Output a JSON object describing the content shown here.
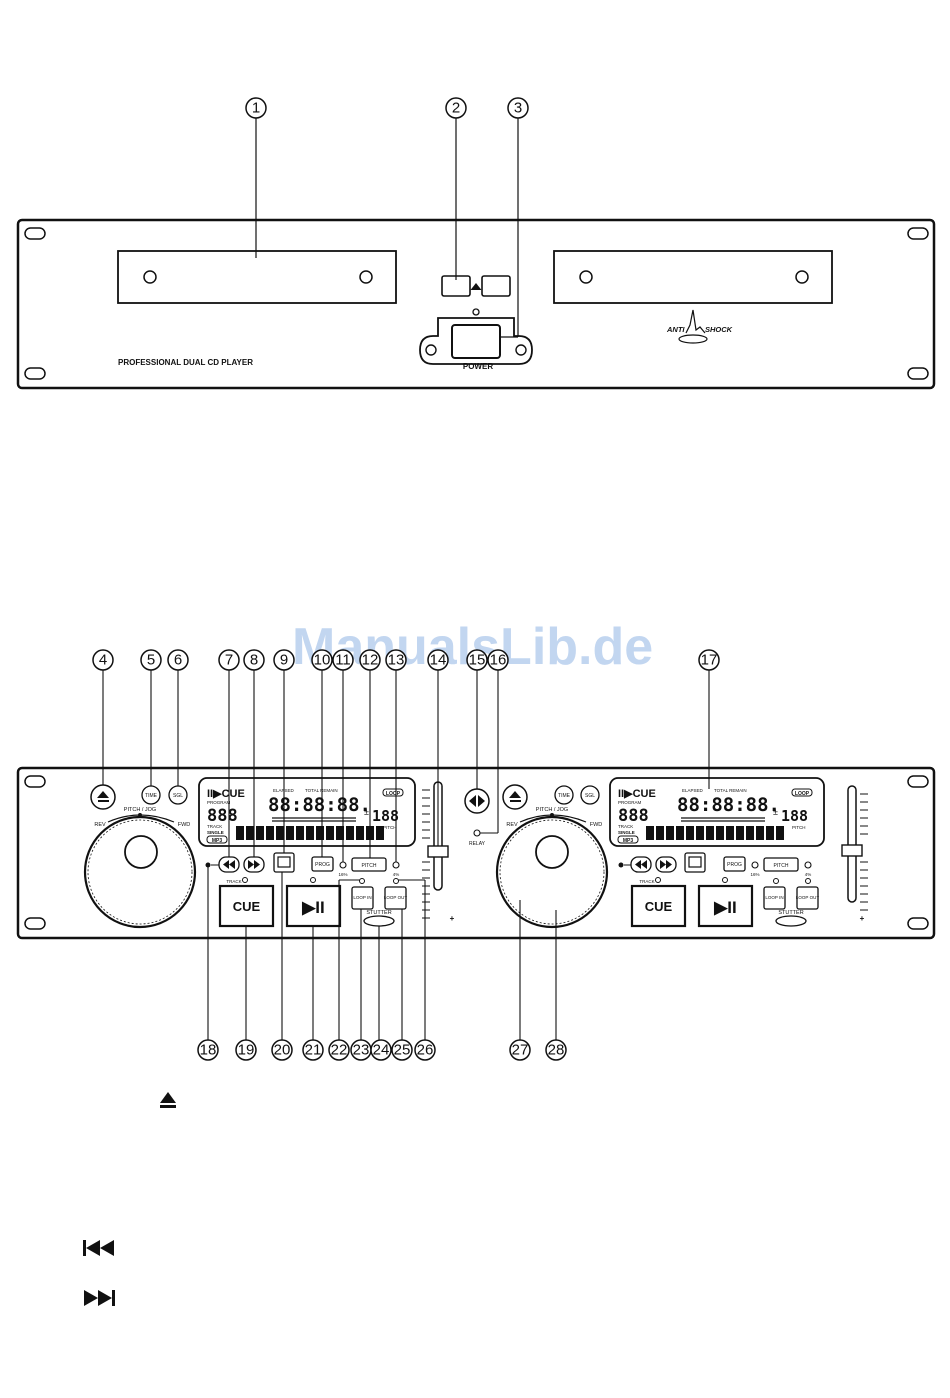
{
  "watermark": "ManualsLib.de",
  "front_panel": {
    "brand_label": "PROFESSIONAL DUAL CD PLAYER",
    "power_label": "POWER",
    "anti_label": "ANTI",
    "shock_label": "SHOCK"
  },
  "top_callouts": [
    "1",
    "2",
    "3"
  ],
  "control_callouts_top": [
    "4",
    "5",
    "6",
    "7",
    "8",
    "9",
    "10",
    "11",
    "12",
    "13",
    "14",
    "15",
    "16",
    "17"
  ],
  "control_callouts_bottom": [
    "18",
    "19",
    "20",
    "21",
    "22",
    "23",
    "24",
    "25",
    "26",
    "27",
    "28"
  ],
  "controller": {
    "left": {
      "time_label": "TIME",
      "sgl_label": "SGL",
      "pitch_jog_label": "PITCH / JOG",
      "rev_label": "REV",
      "fwd_label": "FWD",
      "cue_label": "CUE",
      "play_pause_label": "▶II",
      "prog_label": "PROG",
      "pitch_label": "PITCH",
      "track_label": "TRACK",
      "loop_in_label": "LOOP IN",
      "loop_out_label": "LOOP OUT",
      "stutter_label": "STUTTER",
      "pct_16": "16%",
      "pct_4": "4%"
    },
    "right": {
      "time_label": "TIME",
      "sgl_label": "SGL",
      "pitch_jog_label": "PITCH / JOG",
      "rev_label": "REV",
      "fwd_label": "FWD",
      "cue_label": "CUE",
      "play_pause_label": "▶II",
      "prog_label": "PROG",
      "pitch_label": "PITCH",
      "track_label": "TRACK",
      "loop_in_label": "LOOP IN",
      "loop_out_label": "LOOP OUT",
      "stutter_label": "STUTTER",
      "pct_16": "16%",
      "pct_4": "4%"
    },
    "relay_label": "RELAY",
    "display": {
      "cue_text": "II▶CUE",
      "program_label": "PROGRAM",
      "track_digits": "888",
      "time_digits": "88:88:88.",
      "pitch_digits": "188",
      "elapsed_label": "ELAPSED",
      "total_label": "TOTAL REMAIN",
      "track_label": "TRACK",
      "single_label": "SINGLE",
      "mp3_label": "MP3",
      "loop_label": "LOOP",
      "pitch_label": "PITCH",
      "sign_label": "±"
    }
  },
  "legend_icons": {
    "eject": "eject-icon",
    "previous": "skip-back-icon",
    "next": "skip-forward-icon"
  }
}
